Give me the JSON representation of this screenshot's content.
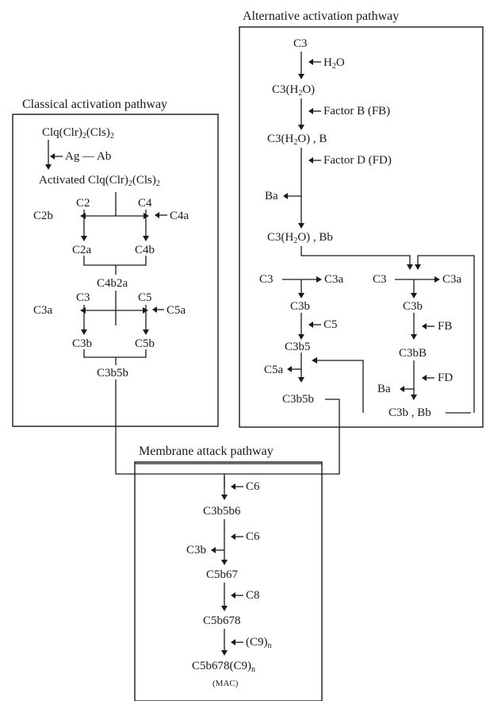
{
  "titles": {
    "classical": "Classical activation pathway",
    "alternative": "Alternative activation pathway",
    "membrane": "Membrane attack pathway"
  },
  "classical": {
    "clq": "Clq(Clr)2(Cls)2",
    "ag_ab": "Ag — Ab",
    "activated": "Activated Clq(Clr)2(Cls)2",
    "c2": "C2",
    "c4": "C4",
    "c2b": "C2b",
    "c4a": "C4a",
    "c2a": "C2a",
    "c4b": "C4b",
    "c4b2a": "C4b2a",
    "c3": "C3",
    "c5": "C5",
    "c3a": "C3a",
    "c5a": "C5a",
    "c3b": "C3b",
    "c5b": "C5b",
    "c3b5b": "C3b5b"
  },
  "alternative": {
    "c3": "C3",
    "h2o": "H2O",
    "c3h2o": "C3(H2O)",
    "factor_b": "Factor B (FB)",
    "c3h2o_b": "C3(H2O) , B",
    "factor_d": "Factor D (FD)",
    "ba": "Ba",
    "c3h2o_bb": "C3(H2O) , Bb",
    "c3_left": "C3",
    "c3a_left": "C3a",
    "c3_right": "C3",
    "c3a_right": "C3a",
    "c3b_left": "C3b",
    "c5": "C5",
    "c3b5": "C3b5",
    "c5a": "C5a",
    "c3b5b": "C3b5b",
    "c3b_right": "C3b",
    "fb": "FB",
    "c3bb_upper": "C3bB",
    "fd": "FD",
    "ba_lower": "Ba",
    "c3b_bb": "C3b , Bb"
  },
  "membrane": {
    "c6_a": "C6",
    "c3b5b6": "C3b5b6",
    "c6_b": "C6",
    "c3b": "C3b",
    "c5b67": "C5b67",
    "c8": "C8",
    "c5b678": "C5b678",
    "c9n": "(C9)n",
    "c5b678c9n": "C5b678(C9)n",
    "mac": "(MAC)"
  }
}
